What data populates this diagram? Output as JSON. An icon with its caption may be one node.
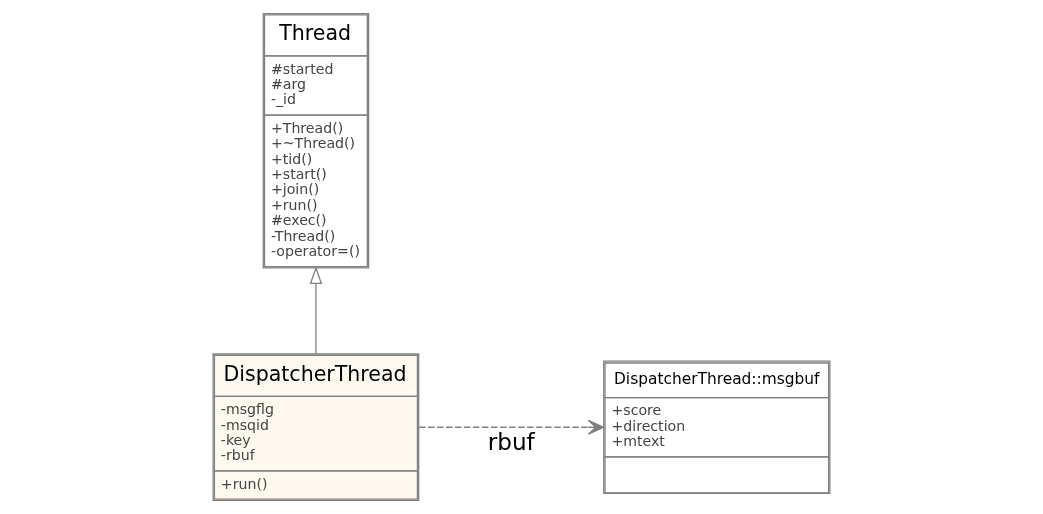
{
  "diagram": {
    "nodes": [
      {
        "text": [
          "Thread",
          "#started #arg -_id",
          "+Thread() +~Thread() +tid() +start() +join() +run() #exec() -Thread() -operator=()"
        ]
      },
      {
        "text": [
          "DispatcherThread",
          "-msgflg -msqid -key -rbuf",
          "+run()"
        ]
      },
      {
        "text": [
          "DispatcherThread::msgbuf",
          "+score +direction +mtext"
        ]
      }
    ],
    "edges": [
      {
        "from": 1,
        "to": 0,
        "arrow": "to"
      },
      {
        "from": 1,
        "to": 2,
        "arrow": "to",
        "label": "rbuf",
        "style": "dashed"
      }
    ]
  }
}
